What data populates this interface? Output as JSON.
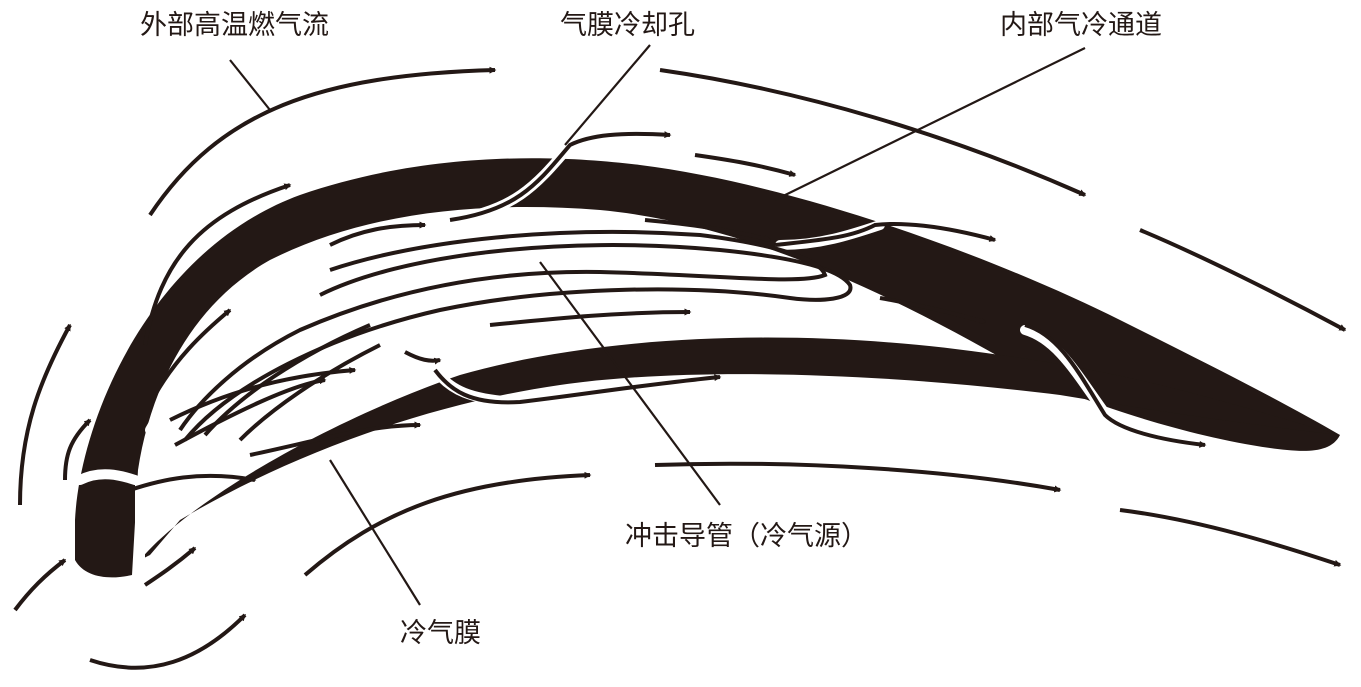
{
  "colors": {
    "ink": "#231815",
    "paper": "#ffffff"
  },
  "labels": {
    "outer_hot_gas": "外部高温燃气流",
    "film_cooling_holes": "气膜冷却孔",
    "internal_cooling_channel": "内部气冷通道",
    "impingement_tube": "冲击导管（冷气源）",
    "cold_film": "冷气膜"
  }
}
